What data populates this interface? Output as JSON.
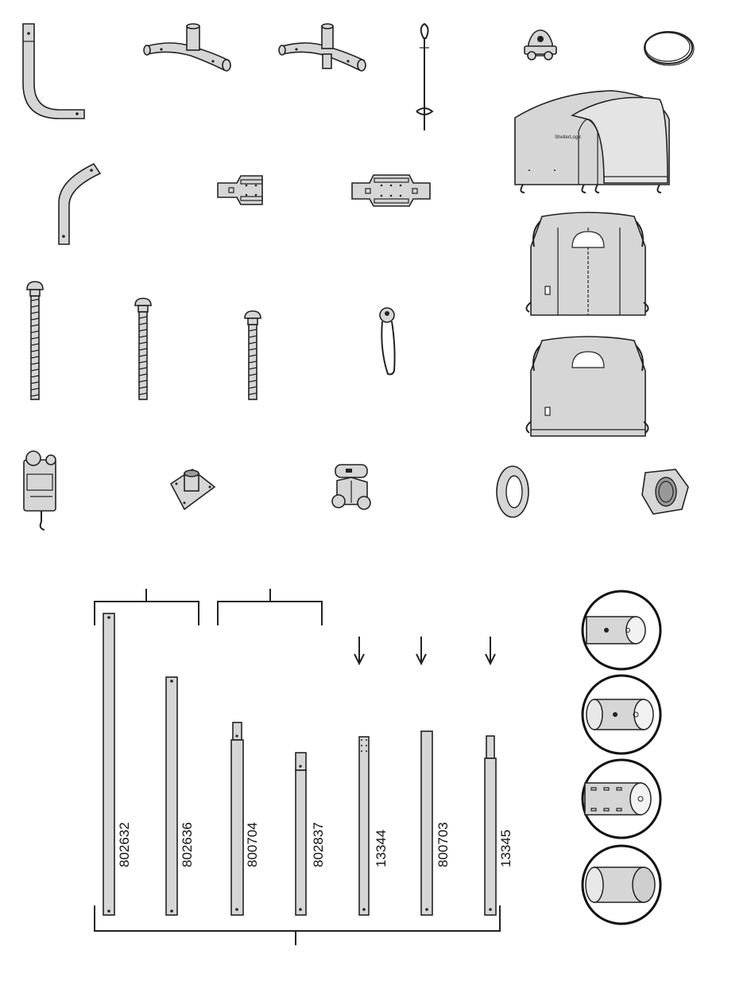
{
  "tubes": [
    {
      "part_number": "802632"
    },
    {
      "part_number": "802636"
    },
    {
      "part_number": "800704"
    },
    {
      "part_number": "802837"
    },
    {
      "part_number": "13344"
    },
    {
      "part_number": "800703"
    },
    {
      "part_number": "13345"
    }
  ],
  "cover": {
    "brand_mark": "ShelterLogic"
  }
}
